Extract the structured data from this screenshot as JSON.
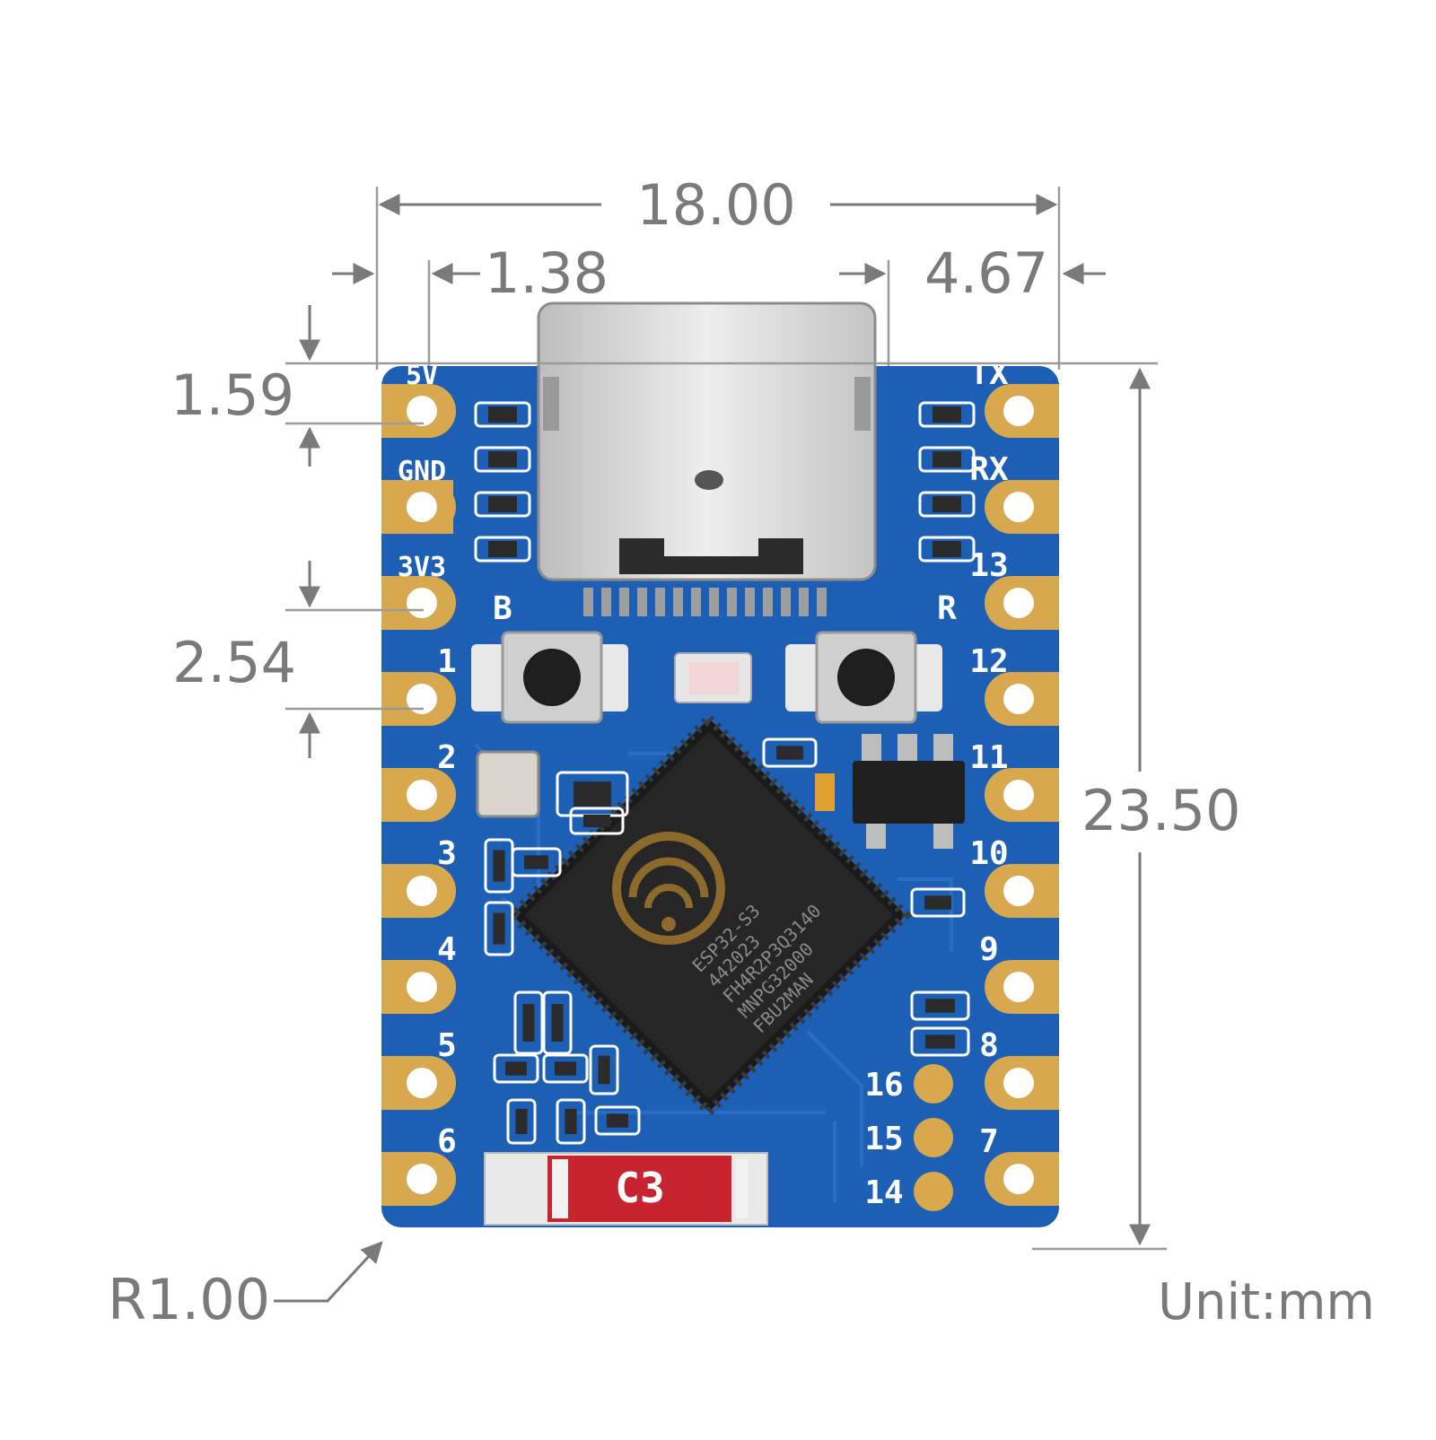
{
  "dimensions": {
    "width": "18.00",
    "left_offset": "1.38",
    "right_offset": "4.67",
    "top_offset": "1.59",
    "pitch": "2.54",
    "height": "23.50",
    "corner_radius": "R1.00",
    "unit": "Unit:mm"
  },
  "left_pins": [
    "5V",
    "GND",
    "3V3",
    "1",
    "2",
    "3",
    "4",
    "5",
    "6"
  ],
  "right_pins": [
    "TX",
    "RX",
    "13",
    "12",
    "11",
    "10",
    "9",
    "8",
    "7"
  ],
  "bottom_pads": [
    "16",
    "15",
    "14"
  ],
  "buttons": {
    "boot": "B",
    "reset": "R"
  },
  "chip": {
    "lines": [
      "ESP32-S3",
      "442023",
      "FH4R2P3Q3140",
      "MNPG32000",
      "FBU2MAN"
    ]
  },
  "antenna_label": "C3",
  "colors": {
    "pcb": "#1d5fb4",
    "pcb_dark": "#12488f",
    "gold": "#d8a84e",
    "dimension": "#7a7a7a",
    "antenna": "#c8242f"
  }
}
